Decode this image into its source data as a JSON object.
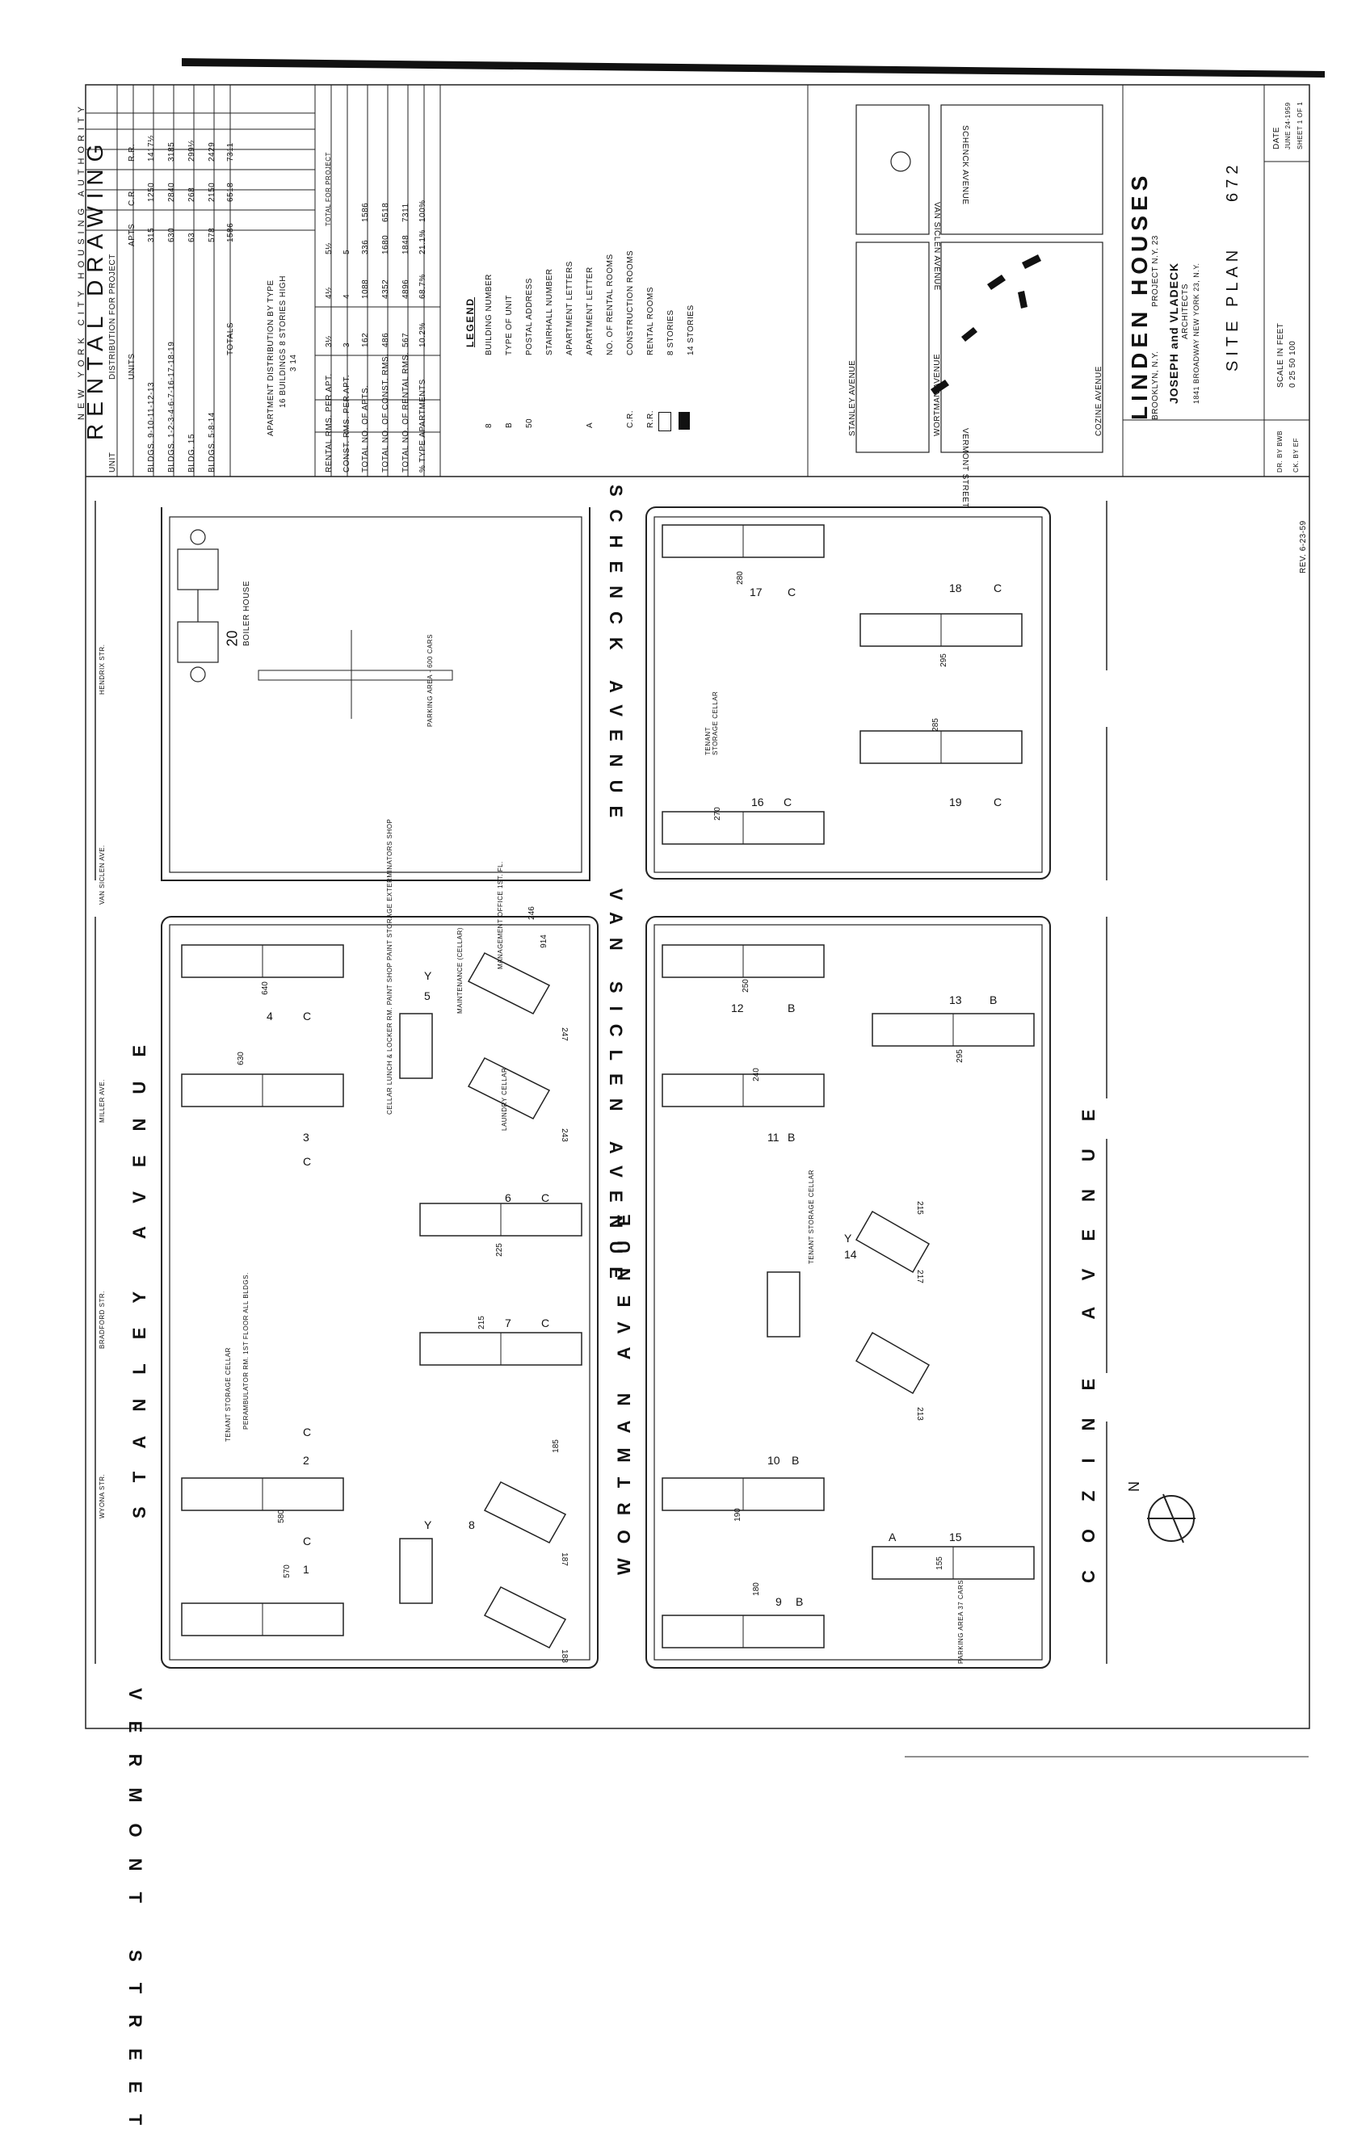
{
  "title_block": {
    "authority": "NEW YORK CITY HOUSING AUTHORITY",
    "drawing_type": "RENTAL DRAWING",
    "project_name": "LINDEN HOUSES",
    "project_location": "BROOKLYN, N.Y.",
    "project_number": "PROJECT N.Y. 23",
    "architects": "JOSEPH and VLADECK",
    "architects_label": "ARCHITECTS",
    "architects_address": "1841 BROADWAY NEW YORK 23, N.Y.",
    "sheet_title": "SITE PLAN",
    "plan_number": "672",
    "scale": "SCALE IN FEET",
    "scale_ticks": "0 25 50 100",
    "date_label": "DATE",
    "date": "JUNE 24-1959",
    "sheet": "SHEET 1 OF 1",
    "drawn_by": "DR. BY BWB",
    "checked_by": "CK. BY EF",
    "revision": "REV. 6-23-59"
  },
  "unit_table": {
    "header": [
      "UNIT",
      "DISTRIBUTION FOR PROJECT"
    ],
    "columns": [
      "UNITS",
      "APTS",
      "C.R.",
      "R.R."
    ],
    "rows": [
      [
        "BLDGS. 9-10-11-12-13",
        "315",
        "1250",
        "1417½"
      ],
      [
        "BLDGS. 1-2-3-4-6-7-16-17-18-19",
        "630",
        "2840",
        "3185"
      ],
      [
        "BLDG. 15",
        "63",
        "268",
        "299½"
      ],
      [
        "BLDGS. 5-8-14",
        "578",
        "2150",
        "2429"
      ],
      [
        "TOTALS",
        "1586",
        "6518",
        "7311"
      ]
    ]
  },
  "distribution": {
    "title": "APARTMENT DISTRIBUTION BY TYPE",
    "subtitle1": "16 BUILDINGS 8 STORIES HIGH",
    "subtitle2": "3 14",
    "row_labels": [
      "RENTAL RMS. PER APT.",
      "CONST. RMS. PER APT.",
      "TOTAL NO. OF APTS.",
      "TOTAL NO. OF CONST. RMS.",
      "TOTAL NO. OF RENTAL RMS.",
      "% TYPE APARTMENTS"
    ],
    "col_headers": [
      "3½",
      "4½",
      "5½",
      "TOTAL FOR PROJECT"
    ],
    "values": [
      [
        "3",
        "4",
        "5",
        ""
      ],
      [
        "162",
        "1088",
        "336",
        "1586"
      ],
      [
        "486",
        "4352",
        "1680",
        "6518"
      ],
      [
        "567",
        "4896",
        "1848",
        "7311"
      ],
      [
        "10.2%",
        "68.7%",
        "21.1%",
        "100%"
      ]
    ]
  },
  "legend": {
    "title": "LEGEND",
    "items": [
      [
        "8",
        "BUILDING NUMBER"
      ],
      [
        "B",
        "TYPE OF UNIT"
      ],
      [
        "50",
        "POSTAL ADDRESS"
      ],
      [
        "",
        "STAIRHALL NUMBER"
      ],
      [
        "",
        "APARTMENT LETTERS"
      ],
      [
        "A",
        "APARTMENT LETTER"
      ],
      [
        "",
        "NO. OF RENTAL ROOMS"
      ],
      [
        "C.R.",
        "CONSTRUCTION ROOMS"
      ],
      [
        "R.R.",
        "RENTAL ROOMS"
      ],
      [
        "",
        "8 STORIES"
      ],
      [
        "",
        "14 STORIES"
      ]
    ]
  },
  "streets": {
    "schenck": "SCHENCK AVENUE",
    "van_siclen": "VAN SICLEN AVENUE",
    "stanley": "STANLEY AVENUE",
    "wortman": "WORTMAN AVENUE",
    "cozine": "COZINE AVENUE",
    "vermont": "VERMONT STREET",
    "hendrix": "HENDRIX STR.",
    "van_siclen_short": "VAN SICLEN AVE.",
    "miller": "MILLER AVE.",
    "bradford": "BRADFORD STR.",
    "wyona": "WYONA STR."
  },
  "site_labels": {
    "boiler": "BOILER HOUSE",
    "parking": "PARKING AREA - 600 CARS",
    "parking_small": "PARKING AREA 37 CARS",
    "tenant_storage": "TENANT STORAGE CELLAR",
    "perambulator": "PERAMBULATOR RM. 1ST FLOOR ALL BLDGS.",
    "maintenance": "MAINTENANCE (CELLAR)",
    "management": "MANAGEMENT OFFICE 1ST. FL.",
    "cellar": "CELLAR LUNCH & LOCKER RM. PAINT SHOP PAINT STORAGE EXTERMINATORS SHOP",
    "laundry": "LAUNDRY CELLAR",
    "north": "N"
  },
  "buildings": [
    {
      "num": "1",
      "type": "C",
      "addr": "570"
    },
    {
      "num": "2",
      "type": "C",
      "addr": "580"
    },
    {
      "num": "3",
      "type": "C",
      "addr": "630"
    },
    {
      "num": "4",
      "type": "C",
      "addr": "640"
    },
    {
      "num": "5",
      "type": "Y",
      "addr": "246"
    },
    {
      "num": "6",
      "type": "C",
      "addr": "225"
    },
    {
      "num": "7",
      "type": "C",
      "addr": "215"
    },
    {
      "num": "8",
      "type": "Y",
      "addr": "185"
    },
    {
      "num": "9",
      "type": "B",
      "addr": "180"
    },
    {
      "num": "10",
      "type": "B",
      "addr": "190"
    },
    {
      "num": "11",
      "type": "B",
      "addr": "240"
    },
    {
      "num": "12",
      "type": "B",
      "addr": "250"
    },
    {
      "num": "13",
      "type": "B",
      "addr": "295"
    },
    {
      "num": "14",
      "type": "Y",
      "addr": "215"
    },
    {
      "num": "15",
      "type": "A",
      "addr": "155"
    },
    {
      "num": "16",
      "type": "C",
      "addr": "270"
    },
    {
      "num": "17",
      "type": "C",
      "addr": "280"
    },
    {
      "num": "18",
      "type": "C",
      "addr": "295"
    },
    {
      "num": "19",
      "type": "C",
      "addr": "285"
    },
    {
      "num": "20",
      "type": "",
      "addr": ""
    }
  ],
  "extra_addresses": {
    "b5a": "247",
    "b5b": "243",
    "b5c": "914",
    "b8a": "187",
    "b8b": "183",
    "b14a": "217",
    "b14b": "213"
  }
}
